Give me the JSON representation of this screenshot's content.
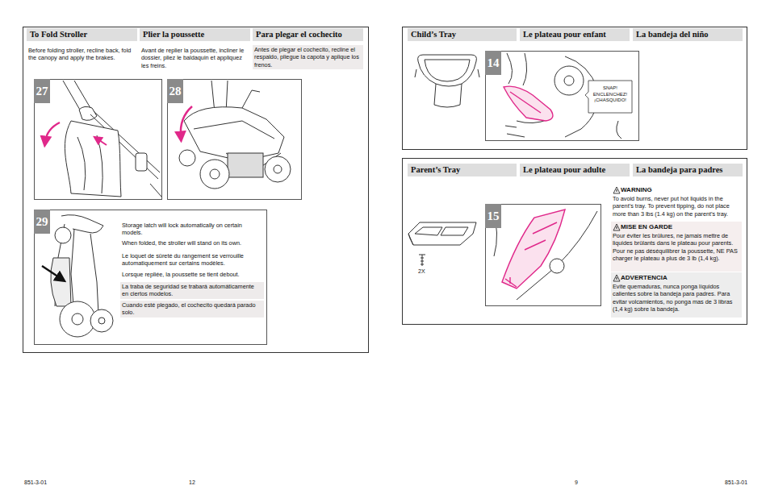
{
  "diagram": {
    "nodes": [
      {
        "text": [
          "To Fold Stroller",
          "Plier la poussette",
          "Para plegar el cochecito",
          "Before folding stroller, recline back, fold the canopy and apply the brakes.",
          "Avant de replier la poussette, incliner le dossier, pliez le baldaquin et appliquez les freins.",
          "Antes de plegar el cochecito, recline el respaldo, pliegue la capota y aplique los frenos."
        ]
      },
      {
        "text": [
          "27"
        ],
        "in": 0
      },
      {
        "text": [
          "28"
        ],
        "in": 0
      },
      {
        "text": [
          "29",
          "Storage latch will lock automatically on certain models.",
          "When folded, the stroller will stand on its own.",
          "Le loquet de sûreté du rangement se verrouille automatiquement sur certains modèles.",
          "Lorsque repliée, la poussette se tient debout.",
          "La traba de seguridad se trabará automáticamente en ciertos modelos.",
          "Cuando esté plegado, el cochecito quedará parado solo."
        ],
        "in": 0
      },
      {
        "text": [
          "Child’s Tray",
          "Le plateau pour enfant",
          "La bandeja del niño"
        ]
      },
      {
        "text": [
          "14"
        ],
        "in": 4
      },
      {
        "text": [
          "SNAP! ENCLENCHEZ! ¡CHASQUIDO!"
        ],
        "in": 5
      },
      {
        "text": [
          "Parent’s Tray",
          "Le plateau pour adulte",
          "La bandeja para padres",
          "WARNING",
          "To avoid burns, never put hot liquids in the parent’s tray. To prevent tipping, do not place more than 3 lbs (1.4 kg) on the parent’s tray.",
          "MISE EN GARDE",
          "Pour éviter les brûlures, ne jamais mettre de liquides brûlants dans le plateau pour parents. Pour ne pas déséquilibrer la poussette, NE PAS charger le plateau à plus de 3 lb (1,4 kg).",
          "ADVERTENCIA",
          "Evite quemaduras, nunca ponga líquidos calientes sobre la bandeja para padres. Para evitar volcamientos, no ponga mas de 3 libras (1,4 kg) sobre la bandeja."
        ]
      },
      {
        "text": [
          "15"
        ],
        "in": 7
      }
    ],
    "labels": [
      "2X",
      "851-3-01",
      "12",
      "9",
      "851-3-01"
    ]
  }
}
